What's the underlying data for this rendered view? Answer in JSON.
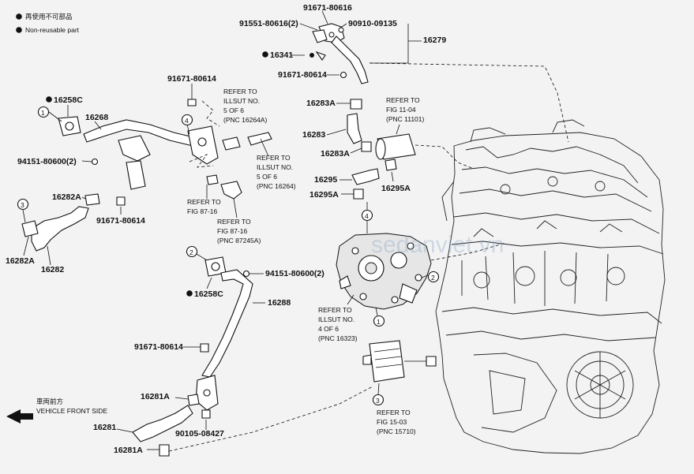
{
  "legend": {
    "item1": {
      "text": "再使用不可部品"
    },
    "item2": {
      "text": "Non-reusable part"
    }
  },
  "parts": {
    "p91671_80616": "91671-80616",
    "p91551_80616": "91551-80616(2)",
    "p90910_09135": "90910-09135",
    "p16279": "16279",
    "p16341": "16341",
    "p91671_80614_a": "91671-80614",
    "p91671_80614_b": "91671-80614",
    "p91671_80614_c": "91671-80614",
    "p91671_80614_d": "91671-80614",
    "p16258c_a": "16258C",
    "p16258c_b": "16258C",
    "p16268": "16268",
    "p94151_80600_a": "94151-80600(2)",
    "p94151_80600_b": "94151-80600(2)",
    "p16282a_a": "16282A",
    "p16282a_b": "16282A",
    "p16282": "16282",
    "p16283a_a": "16283A",
    "p16283": "16283",
    "p16283a_b": "16283A",
    "p16295": "16295",
    "p16295a_a": "16295A",
    "p16295a_b": "16295A",
    "p16288": "16288",
    "p16281a_a": "16281A",
    "p16281": "16281",
    "p16281a_b": "16281A",
    "p90105_08427": "90105-08427"
  },
  "refs": {
    "r1": [
      "REFER TO",
      "ILLSUT NO.",
      "5 OF 6",
      "(PNC 16264A)"
    ],
    "r2": [
      "REFER TO",
      "ILLSUT NO.",
      "5 OF 6",
      "(PNC 16264)"
    ],
    "r3": [
      "REFER TO",
      "FIG 87-16"
    ],
    "r4": [
      "REFER TO",
      "FIG 87-16",
      "(PNC 87245A)"
    ],
    "r5": [
      "REFER TO",
      "FIG 11-04",
      "(PNC 11101)"
    ],
    "r6": [
      "REFER TO",
      "ILLSUT NO.",
      "4 OF 6",
      "(PNC 16323)"
    ],
    "r7": [
      "REFER TO",
      "FIG 15-03",
      "(PNC 15710)"
    ]
  },
  "markers": [
    "1",
    "2",
    "3",
    "4"
  ],
  "front": {
    "jp": "車両前方",
    "en": "VEHICLE FRONT SIDE"
  },
  "watermark": "sedanviet.vn"
}
